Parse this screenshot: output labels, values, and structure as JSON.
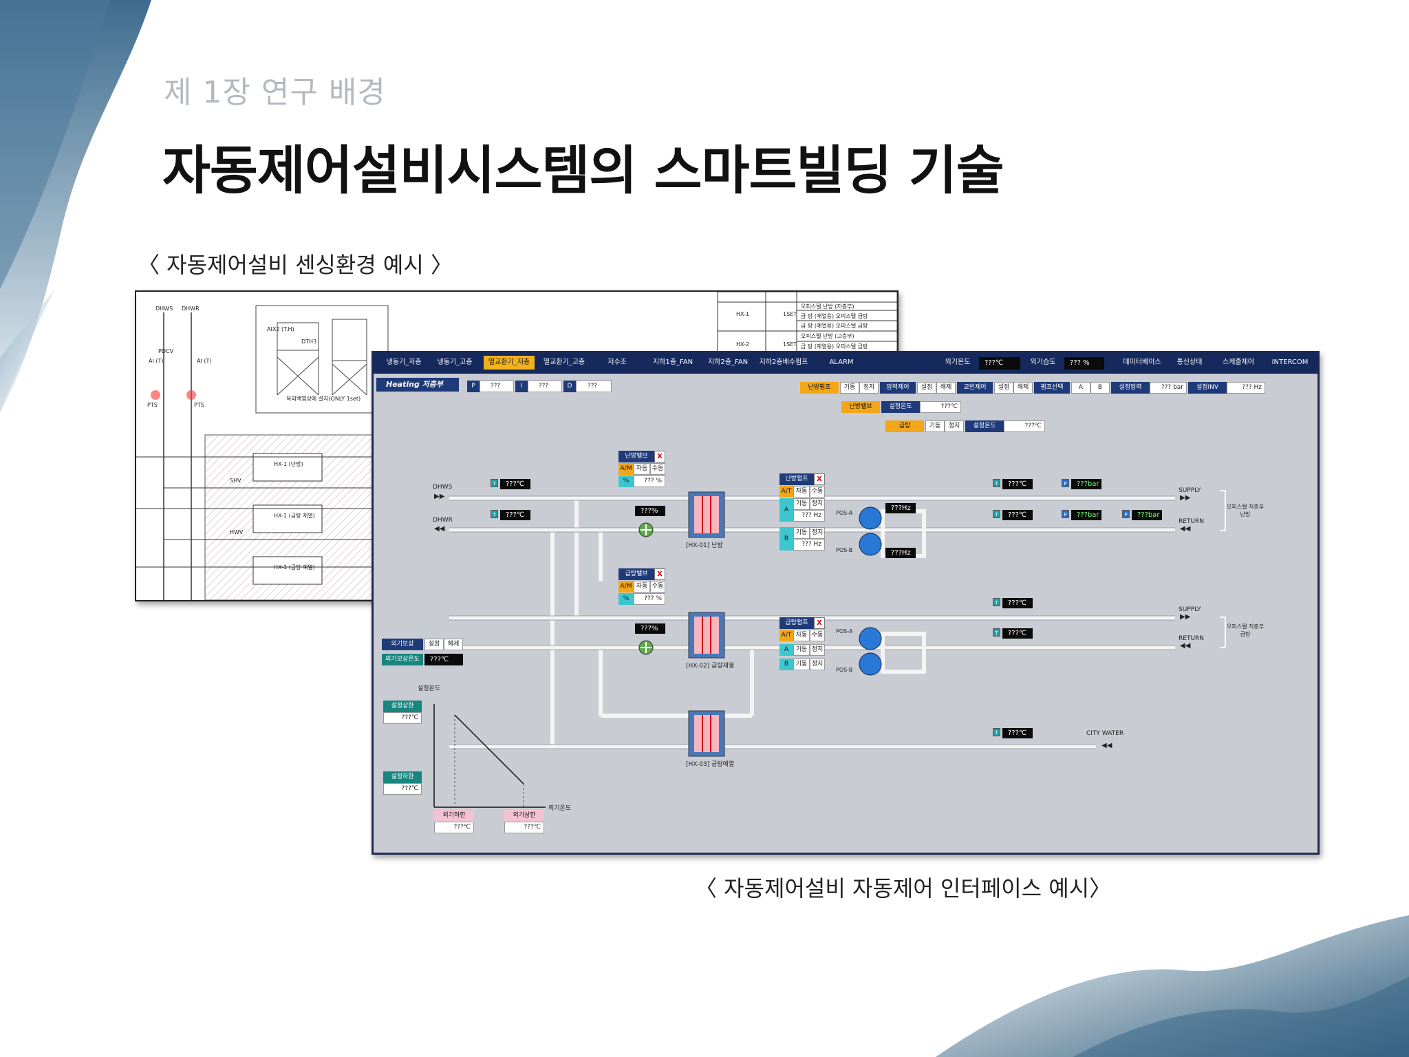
{
  "chapter": "제 1장 연구 배경",
  "title": "자동제어설비시스템의 스마트빌딩 기술",
  "caption_sensing": "〈 자동제어설비 센싱환경 예시 〉",
  "caption_interface": "〈 자동제어설비 자동제어 인터페이스 예시〉",
  "drawing": {
    "labels": [
      "DHWS",
      "DHWR",
      "PDCV",
      "AI (T)",
      "AI (T)",
      "PTS",
      "PTS",
      "AIX2 (T.H)",
      "DTH3",
      "옥외백엽상에 설치(ONLY 1set)",
      "SHV",
      "HWV",
      "HX-1 (난방)",
      "HX-1 (급탕 재열)",
      "HX-1 (급탕 예열)"
    ],
    "table_rows": [
      {
        "name": "HX-1",
        "qty": "1SET",
        "uses": [
          "오피스텔 난방 (저층부)",
          "급 탕 (재열용) 오피스텔 급탕",
          "급 탕 (예열용) 오피스텔 급탕"
        ]
      },
      {
        "name": "HX-2",
        "qty": "1SET",
        "uses": [
          "오피스텔 난방 (고층부)",
          "급 탕 (재열용) 오피스텔 급탕"
        ]
      }
    ]
  },
  "hmi": {
    "nav": [
      "냉동기_저층",
      "냉동기_고층",
      "열교환기_저층",
      "열교환기_고층",
      "저수조",
      "지하1층_FAN",
      "지하2층_FAN",
      "지하2층배수펌프",
      "ALARM"
    ],
    "nav_active": 2,
    "outdoor_temp_label": "외기온도",
    "outdoor_temp_value": "???℃",
    "outdoor_humid_label": "외기습도",
    "outdoor_humid_value": "??? %",
    "right_nav": [
      "데이터베이스",
      "통신상태",
      "스케줄제어",
      "INTERCOM"
    ],
    "heading": "Heating 저층부",
    "pid": [
      {
        "k": "P",
        "v": "???"
      },
      {
        "k": "I",
        "v": "???"
      },
      {
        "k": "D",
        "v": "???"
      }
    ],
    "heat_pump_bar": {
      "title": "난방펌프",
      "start": "기동",
      "stop": "정지",
      "pressure": "압력제어",
      "set": "설정",
      "release": "해제",
      "alt": "교번제어",
      "set2": "설정",
      "release2": "해제",
      "select": "펌프선택",
      "a": "A",
      "b": "B",
      "set_pressure": "설정압력",
      "pressure_val": "??? bar",
      "set_inv": "설정INV",
      "inv_val": "??? Hz"
    },
    "heat_valve_bar": {
      "title": "난방밸브",
      "set_temp": "설정온도",
      "val": "???℃"
    },
    "hot_water_bar": {
      "title": "급탕",
      "start": "기동",
      "stop": "정지",
      "set_temp": "설정온도",
      "val": "???℃"
    },
    "heat_valve_box": {
      "title": "난방밸브",
      "am": "A/M",
      "auto": "자동",
      "manual": "수동",
      "pct": "%",
      "val": "??? %"
    },
    "hw_valve_box": {
      "title": "급탕밸브",
      "am": "A/M",
      "auto": "자동",
      "manual": "수동",
      "pct": "%",
      "val": "??? %"
    },
    "heat_pump_box": {
      "title": "난방펌프",
      "at": "A/T",
      "auto": "자동",
      "manual": "수동",
      "start": "기동",
      "stop": "정지",
      "a": "A",
      "b": "B",
      "hz_a": "??? Hz",
      "hz_b": "??? Hz"
    },
    "hw_pump_box": {
      "title": "급탕펌프",
      "at": "A/T",
      "auto": "자동",
      "manual": "수동",
      "start": "기동",
      "stop": "정지",
      "a": "A",
      "b": "B"
    },
    "pipes": {
      "dhws": "DHWS",
      "dhwr": "DHWR",
      "supply1": "SUPPLY",
      "return1": "RETURN",
      "zone1": "오피스텔 저층부\n난방",
      "supply2": "SUPPLY",
      "return2": "RETURN",
      "zone2": "오피스텔 저층부\n급탕",
      "city_water": "CITY WATER",
      "hx01": "[HX-01] 난방",
      "hx02": "[HX-02] 급탕재열",
      "hx03": "[HX-03] 급탕예열",
      "pos_a": "POS-A",
      "pos_b": "POS-B"
    },
    "readouts": {
      "dhws_t": "???℃",
      "dhwr_t": "???℃",
      "valve1": "???%",
      "valve2": "???%",
      "sup1_t": "???℃",
      "sup1_p": "???bar",
      "ret1_t": "???℃",
      "ret1_p": "???bar",
      "ret1_dp": "???bar",
      "pump_a_hz": "???Hz",
      "pump_b_hz": "???Hz",
      "sup2_t": "???℃",
      "ret2_t": "???℃",
      "city_t": "???℃"
    },
    "outdoor_comp": {
      "title": "외기보상",
      "set": "설정",
      "release": "해제",
      "temp_label": "외기보상온도",
      "temp_val": "???℃"
    },
    "graph": {
      "ylabel": "설정온도",
      "xlabel": "외기온도",
      "upper": "설정상한",
      "upper_val": "???℃",
      "lower": "설정하한",
      "lower_val": "???℃",
      "out_low": "외기하한",
      "out_low_val": "???℃",
      "out_high": "외기상한",
      "out_high_val": "???℃"
    }
  }
}
